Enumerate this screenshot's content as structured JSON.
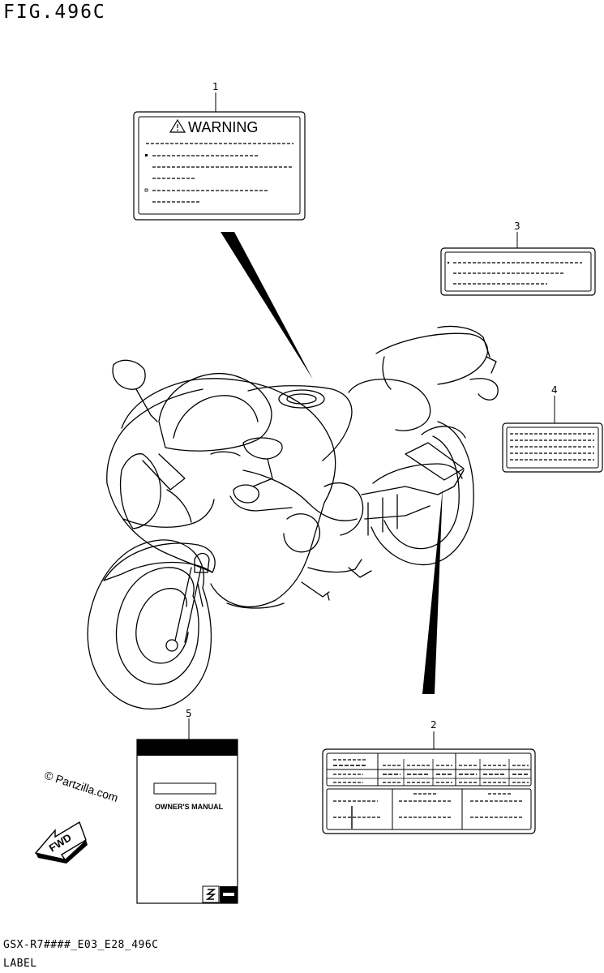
{
  "figure": {
    "title": "FIG.496C",
    "code": "GSX-R7####_E03_E28_496C",
    "section_label": "LABEL"
  },
  "callouts": {
    "c1": "1",
    "c2": "2",
    "c3": "3",
    "c4": "4",
    "c5": "5"
  },
  "warning_label": {
    "heading": "WARNING"
  },
  "manual": {
    "title": "OWNER'S MANUAL"
  },
  "watermark": "© Partzilla.com",
  "direction": "FWD",
  "icons": [
    "warning-triangle-icon",
    "suzuki-logo-icon",
    "fwd-arrow-icon"
  ]
}
